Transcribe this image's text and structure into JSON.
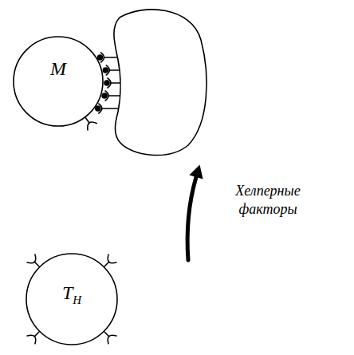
{
  "diagram": {
    "nodes": [
      {
        "text": [
          "M"
        ]
      },
      {
        "text": [
          "T",
          "H"
        ]
      }
    ],
    "labels": [
      "Хелперные факторы"
    ]
  }
}
